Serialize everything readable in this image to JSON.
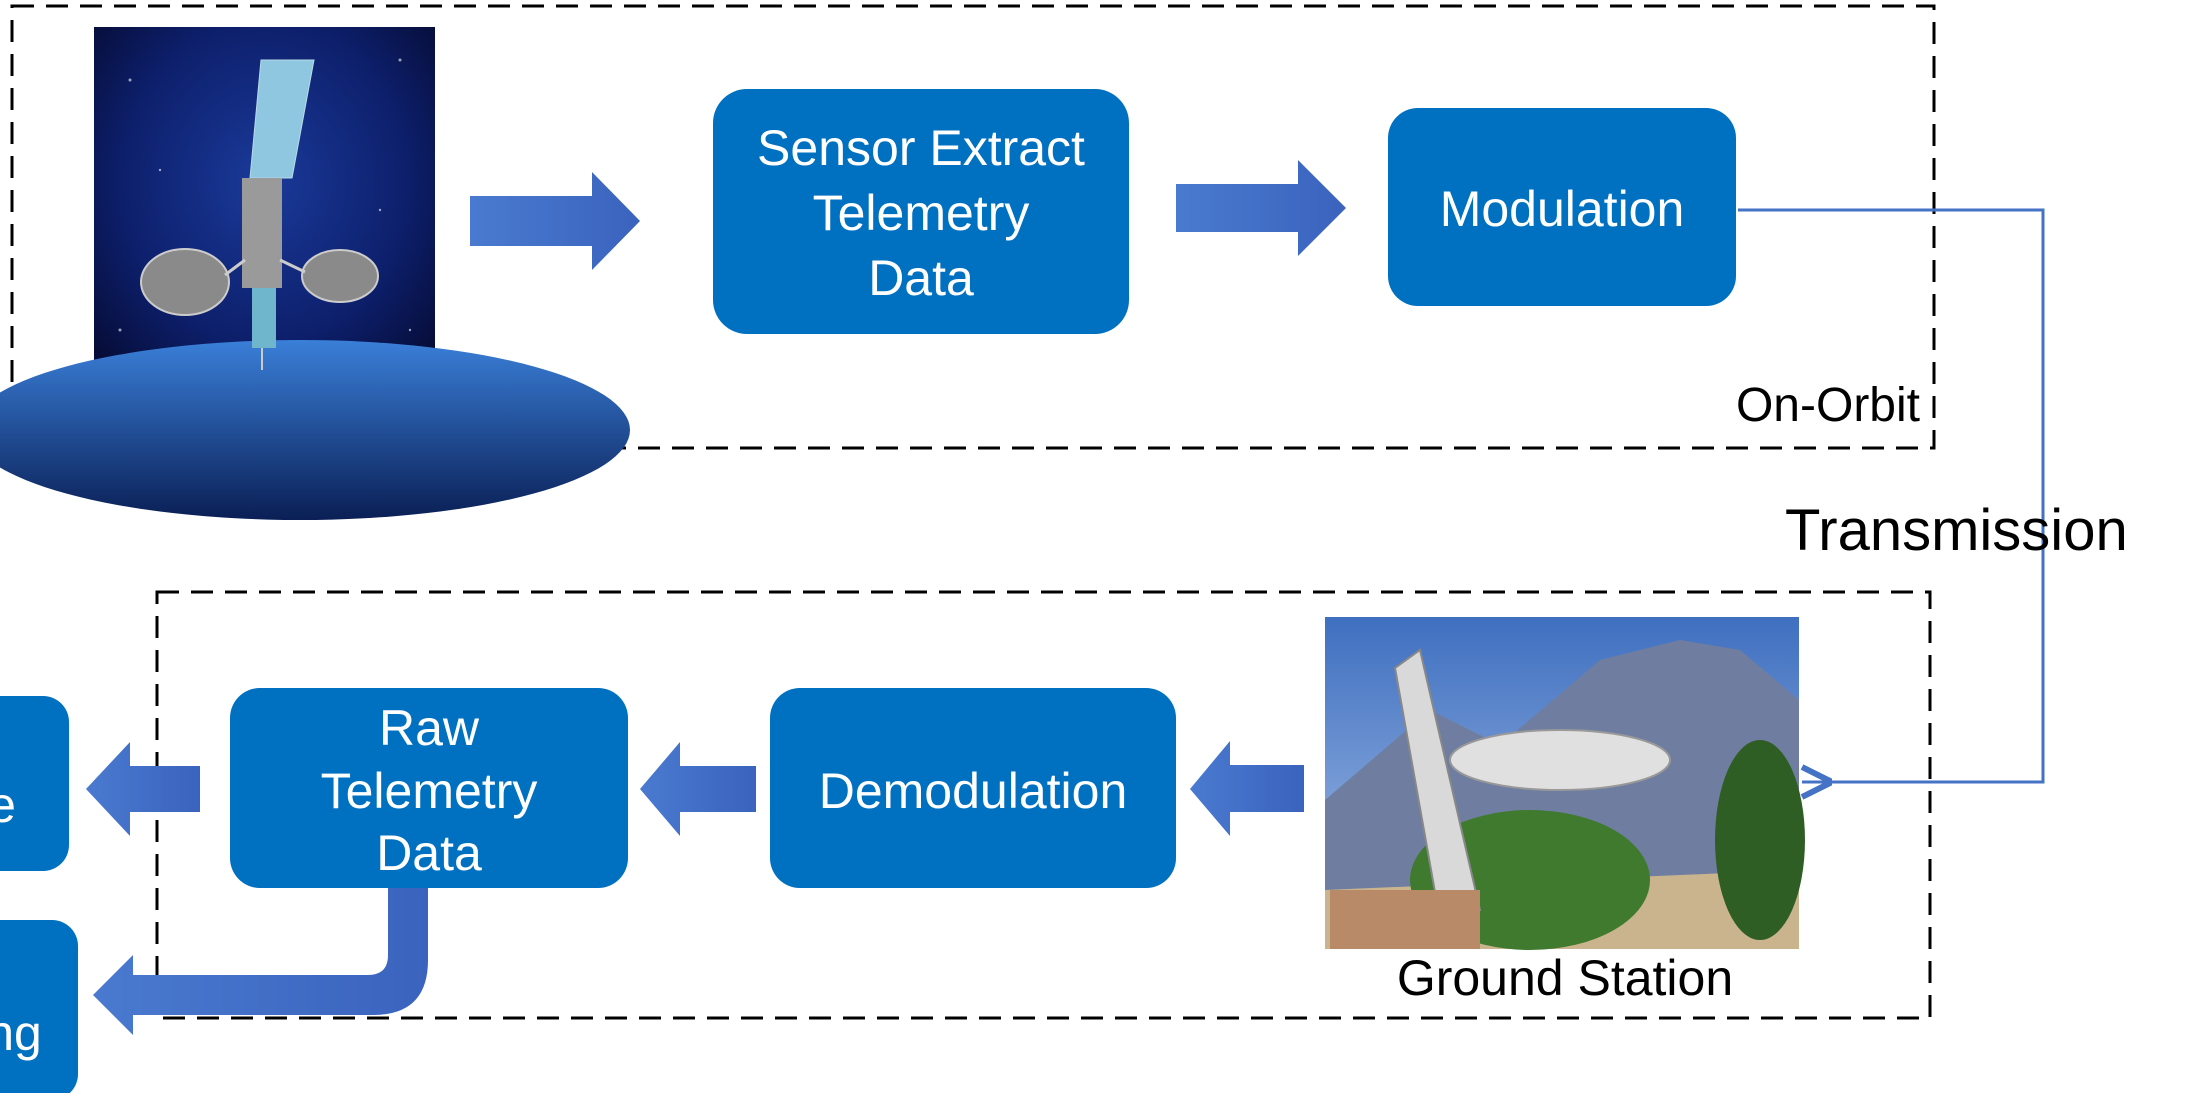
{
  "boxes": {
    "sensor_extract": [
      "Sensor Extract",
      "Telemetry",
      "Data"
    ],
    "modulation": [
      "Modulation"
    ],
    "demodulation": [
      "Demodulation"
    ],
    "raw_telemetry": [
      "Raw",
      "Telemetry",
      "Data"
    ],
    "cut_off_box_1": [
      "e"
    ],
    "cut_off_box_2": [
      "ng"
    ]
  },
  "labels": {
    "on_orbit": "On-Orbit",
    "transmission": "Transmission",
    "ground_station": "Ground Station"
  },
  "colors": {
    "box_fill": "#0070C0",
    "arrow_fill": "#4472C4",
    "connector_line": "#4472C4",
    "dashed_border": "#000000"
  },
  "images": {
    "satellite": "satellite-illustration",
    "ground_station": "ground-station-antenna-photo"
  }
}
